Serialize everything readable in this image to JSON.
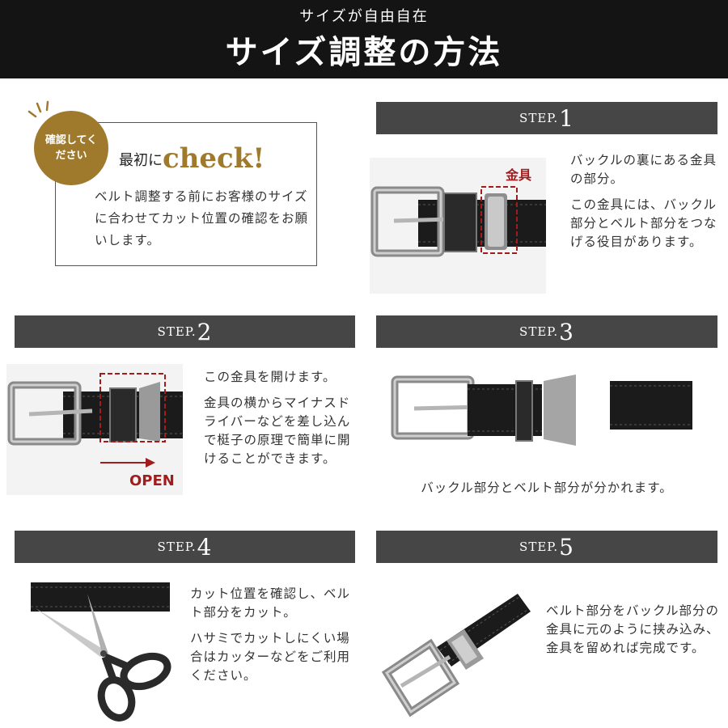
{
  "header": {
    "subtitle": "サイズが自由自在",
    "title": "サイズ調整の方法"
  },
  "check": {
    "badge": "確認してください",
    "title_prefix": "最初に",
    "title_emphasis": "check!",
    "body": "ベルト調整する前にお客様のサイズに合わせてカット位置の確認をお願いします。"
  },
  "colors": {
    "header_bg": "#141414",
    "step_bar_bg": "#464646",
    "accent_gold": "#a07a2c",
    "label_red": "#a11d1d"
  },
  "steps": [
    {
      "prefix": "STEP.",
      "number": "1",
      "image_label": "金具",
      "paragraphs": [
        "バックルの裏にある金具の部分。",
        "この金具には、バックル部分とベルト部分をつなげる役目があります。"
      ]
    },
    {
      "prefix": "STEP.",
      "number": "2",
      "image_label": "OPEN",
      "paragraphs": [
        "この金具を開けます。",
        "金具の横からマイナスドライバーなどを差し込んで梃子の原理で簡単に開けることができます。"
      ]
    },
    {
      "prefix": "STEP.",
      "number": "3",
      "paragraphs": [
        "バックル部分とベルト部分が分かれます。"
      ]
    },
    {
      "prefix": "STEP.",
      "number": "4",
      "paragraphs": [
        "カット位置を確認し、ベルト部分をカット。",
        "ハサミでカットしにくい場合はカッターなどをご利用ください。"
      ]
    },
    {
      "prefix": "STEP.",
      "number": "5",
      "paragraphs": [
        "ベルト部分をバックル部分の金具に元のように挟み込み、金具を留めれば完成です。"
      ]
    }
  ]
}
